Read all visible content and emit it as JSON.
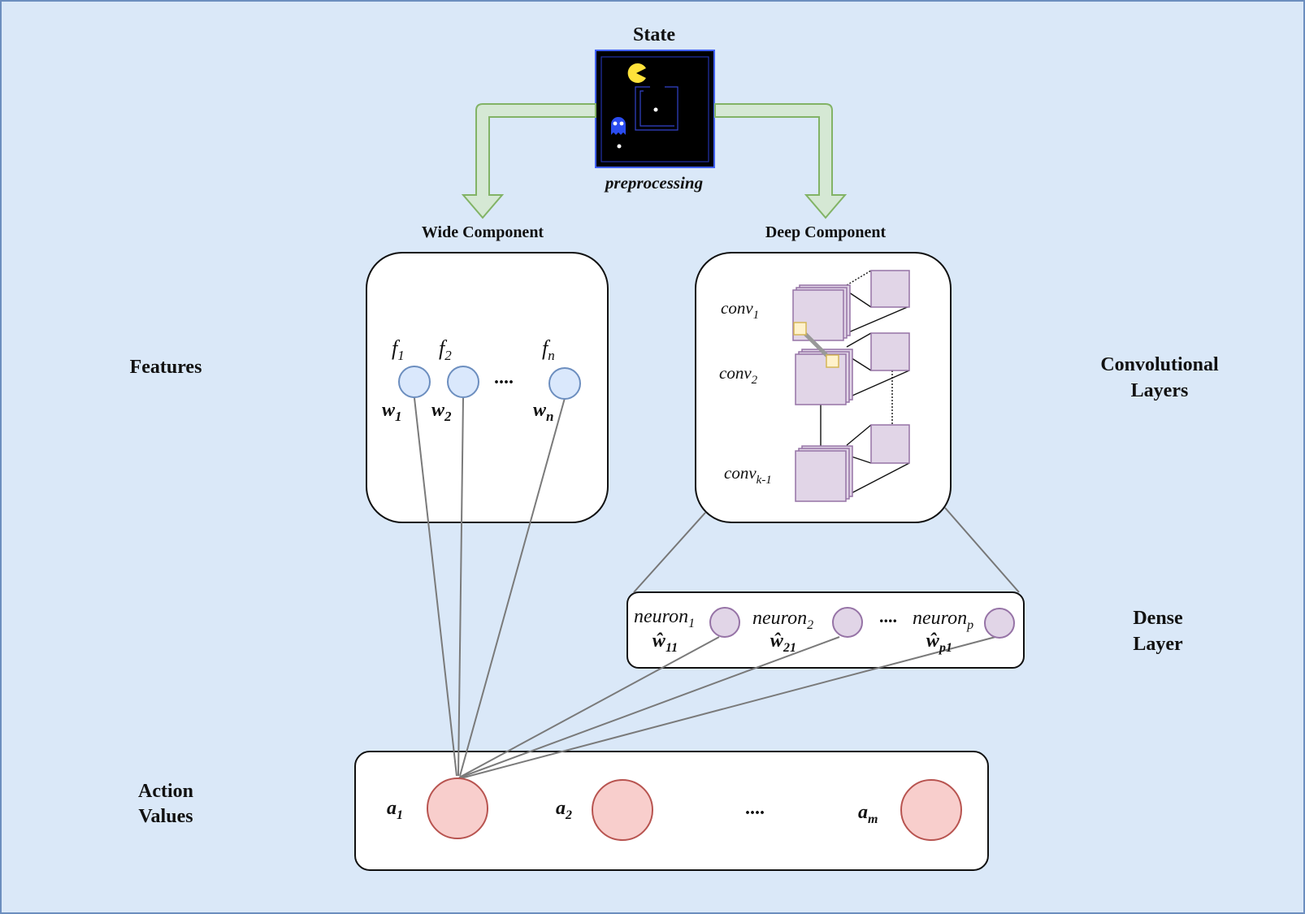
{
  "state": {
    "title": "State",
    "caption": "preprocessing"
  },
  "components": {
    "wide": "Wide Component",
    "deep": "Deep Component"
  },
  "row_labels": {
    "features": "Features",
    "conv_line1": "Convolutional",
    "conv_line2": "Layers",
    "dense_line1": "Dense",
    "dense_line2": "Layer",
    "action_line1": "Action",
    "action_line2": "Values"
  },
  "wide": {
    "features": [
      {
        "base": "f",
        "sub": "1",
        "weight": "w",
        "wsub": "1"
      },
      {
        "base": "f",
        "sub": "2",
        "weight": "w",
        "wsub": "2"
      },
      {
        "base": "f",
        "sub": "n",
        "weight": "w",
        "wsub": "n"
      }
    ],
    "ellipsis": "...."
  },
  "deep": {
    "layers": [
      {
        "base": "conv",
        "sub": "1"
      },
      {
        "base": "conv",
        "sub": "2"
      },
      {
        "base": "conv",
        "sub": "k-1"
      }
    ]
  },
  "dense": {
    "neurons": [
      {
        "base": "neuron",
        "sub": "1",
        "weight": "ŵ",
        "wsub": "11"
      },
      {
        "base": "neuron",
        "sub": "2",
        "weight": "ŵ",
        "wsub": "21"
      },
      {
        "base": "neuron",
        "sub": "p",
        "weight": "ŵ",
        "wsub": "p1"
      }
    ],
    "ellipsis": "...."
  },
  "actions": {
    "items": [
      {
        "base": "a",
        "sub": "1"
      },
      {
        "base": "a",
        "sub": "2"
      },
      {
        "base": "a",
        "sub": "m"
      }
    ],
    "ellipsis": "...."
  },
  "colors": {
    "background": "#dae8f8",
    "arrow_fill": "#d5e8d4",
    "arrow_stroke": "#82b366",
    "feature_node_fill": "#dae8fc",
    "feature_node_stroke": "#6c8ebf",
    "conv_fill": "#e1d5e7",
    "conv_stroke": "#9673a6",
    "action_fill": "#f8cecc",
    "action_stroke": "#b85450",
    "kernel_fill": "#fff2cc",
    "kernel_stroke": "#d6b656"
  }
}
